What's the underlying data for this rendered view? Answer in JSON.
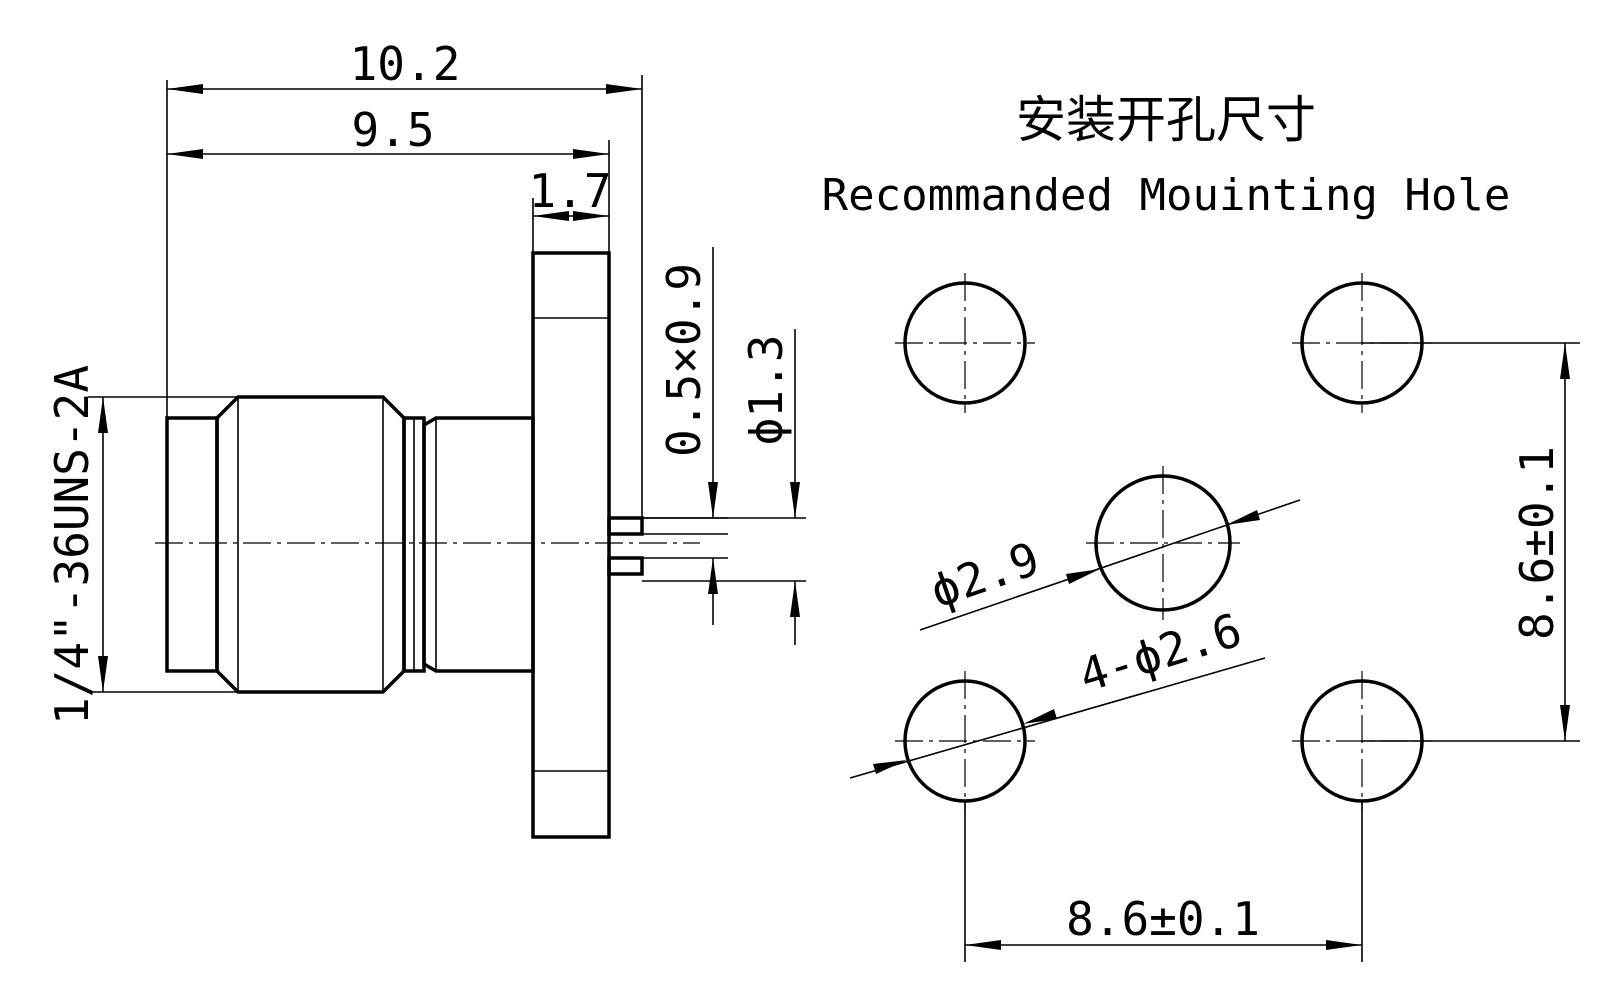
{
  "connector": {
    "overall_length": "10.2",
    "body_length": "9.5",
    "flange_thickness": "1.7",
    "thread_spec": "1/4\"-36UNS-2A",
    "pin_size": "0.5×0.9",
    "pin_diameter": "ϕ1.3"
  },
  "mounting": {
    "title_cn": "安装开孔尺寸",
    "title_en": "Recommanded Mouinting Hole",
    "center_hole": "ϕ2.9",
    "corner_holes": "4-ϕ2.6",
    "vertical_spacing": "8.6±0.1",
    "horizontal_spacing": "8.6±0.1"
  }
}
